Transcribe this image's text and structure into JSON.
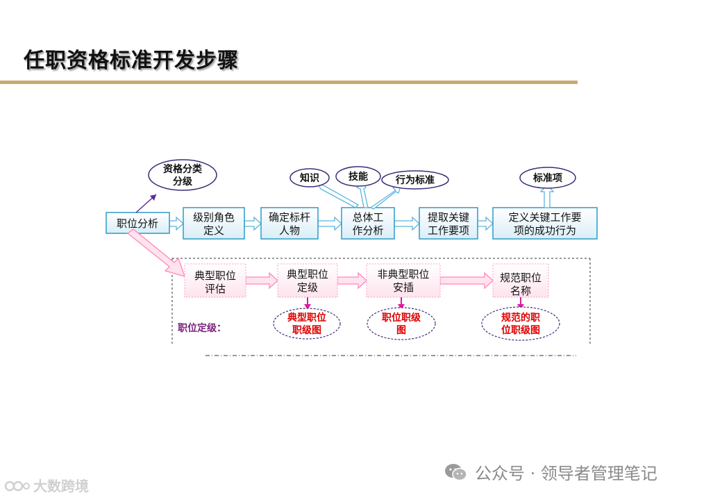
{
  "title": "任职资格标准开发步骤",
  "top_row": {
    "boxes": [
      "职位分析",
      "级别角色\n定义",
      "确定标杆\n人物",
      "总体工\n作分析",
      "提取关键\n工作要项",
      "定义关键工作要\n项的成功行为"
    ],
    "ellipses": {
      "qualification": "资格分类\n分级",
      "knowledge": "知识",
      "skill": "技能",
      "behavior": "行为标准",
      "standard_item": "标准项"
    }
  },
  "bottom_row": {
    "boxes": [
      "典型职位\n评估",
      "典型职位\n定级",
      "非典型职位\n安插",
      "规范职位\n名称"
    ],
    "ellipses": [
      "典型职位\n职级图",
      "职位职级\n图",
      "规范的职\n位职级图"
    ],
    "label": "职位定级："
  },
  "watermark": {
    "right": "公众号 · 领导者管理笔记",
    "left": "大数跨境"
  },
  "colors": {
    "box_border": "#2b9bc5",
    "box_fill": "#e8f5fb",
    "ellipse_border": "#3a2d7a",
    "pink": "#ff99cc",
    "red_text": "#e00000",
    "purple_text": "#7a1f7a",
    "rule": "#c9a96e"
  }
}
